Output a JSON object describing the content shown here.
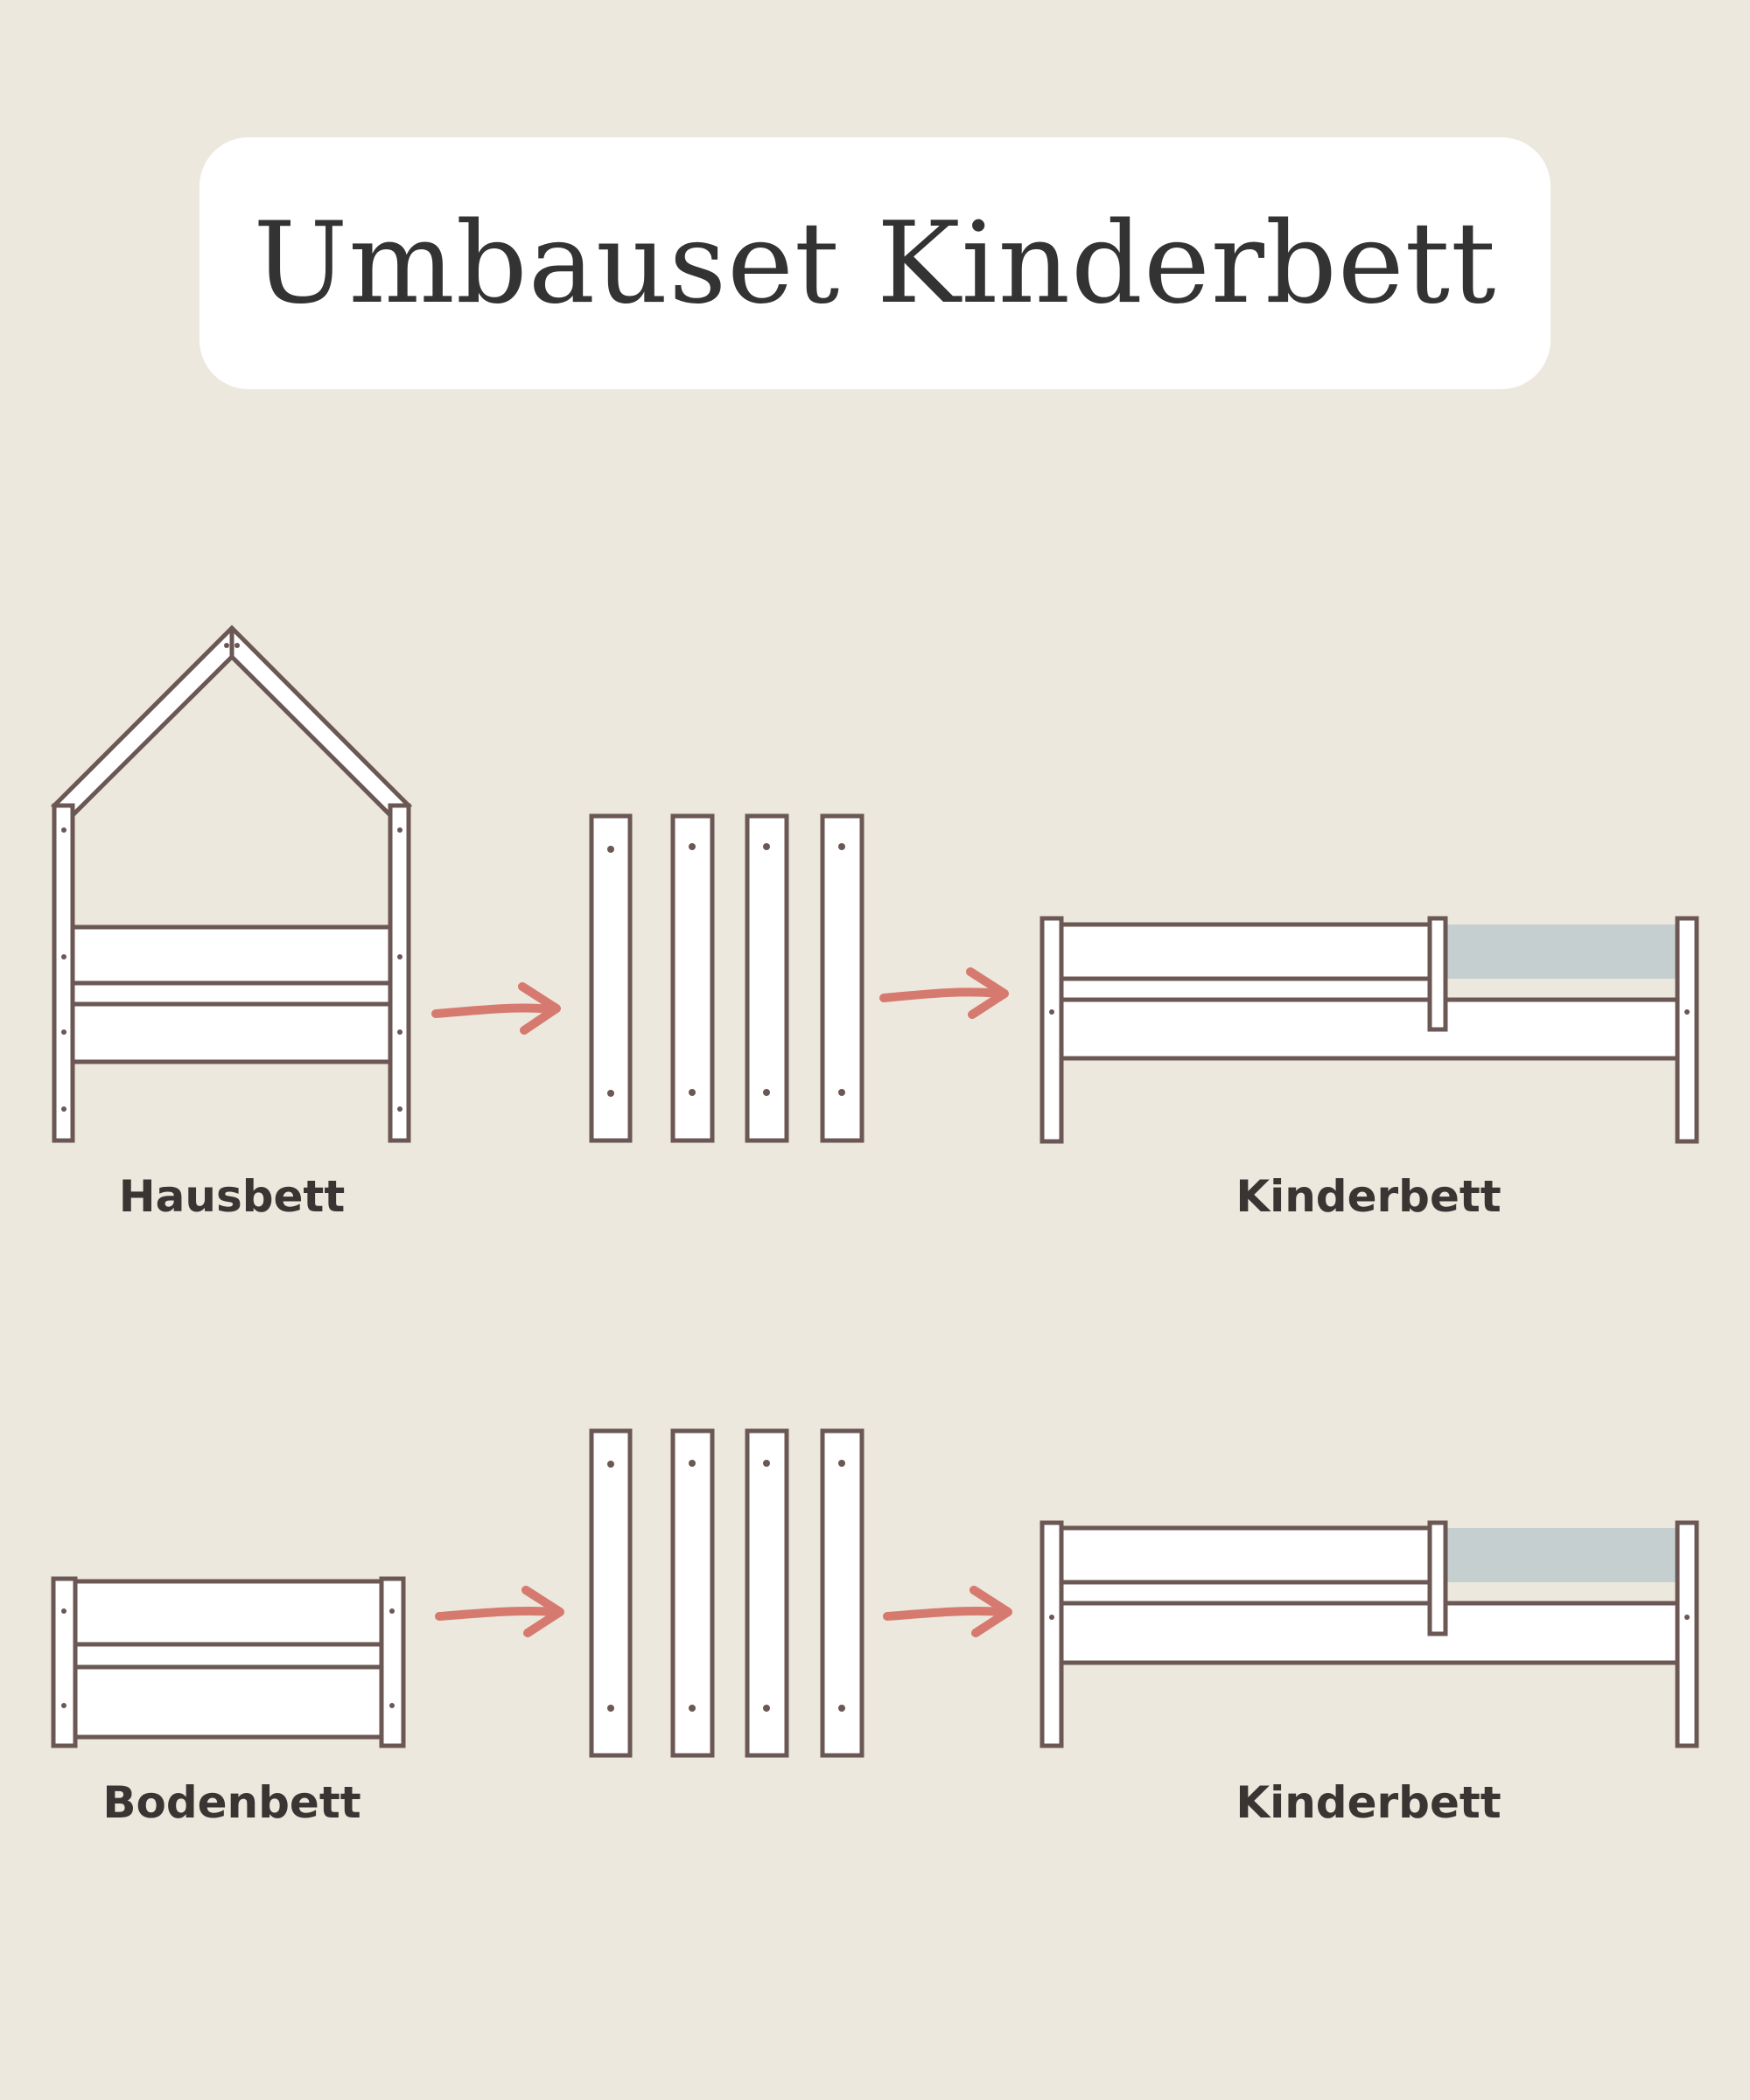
{
  "title": "Umbauset Kinderbett",
  "rows": [
    {
      "from_label": "Hausbett",
      "to_label": "Kinderbett"
    },
    {
      "from_label": "Bodenbett",
      "to_label": "Kinderbett"
    }
  ],
  "colors": {
    "background": "#ece8dd",
    "card": "#ffffff",
    "outline": "#6b5753",
    "arrow": "#d67a70",
    "guard_rail_fill": "#c5cfd0",
    "text": "#333333"
  },
  "icons": {
    "source_bed_1": "house-bed-icon",
    "source_bed_2": "floor-bed-icon",
    "parts": "plank-parts-icon",
    "result_bed": "kids-bed-with-rail-icon",
    "arrow": "arrow-right-icon"
  }
}
